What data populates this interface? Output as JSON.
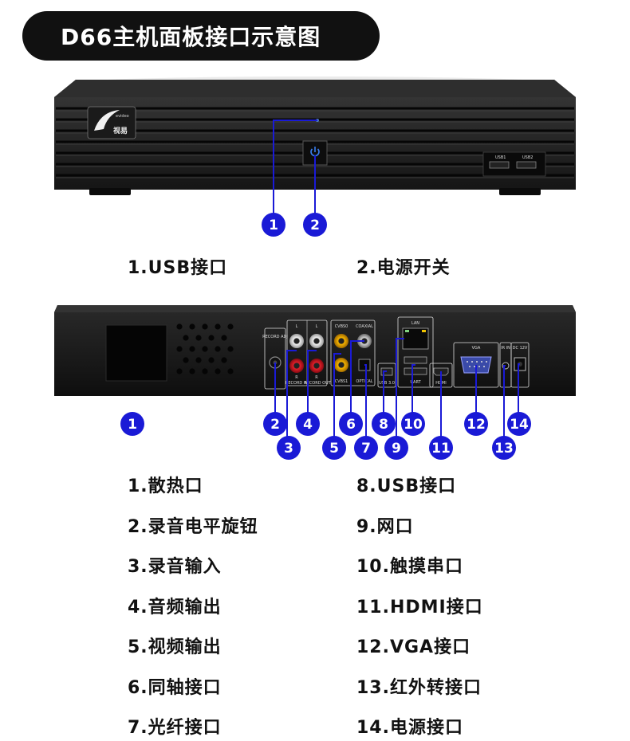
{
  "title": "D66主机面板接口示意图",
  "front_device": {
    "logo_text": "视易",
    "logo_subtext": "evideo",
    "usb_labels": [
      "USB1",
      "USB2"
    ]
  },
  "back_device": {
    "port_labels": {
      "record_adj": "RECORD ADJ",
      "left": "L",
      "right": "R",
      "record_in": "RECORD IN",
      "record_out": "RECORD OUT",
      "cvbs0": "CVBS0",
      "cvbs1": "CVBS1",
      "coaxial": "COAXIAL",
      "optical": "OPTICAL",
      "usb30": "USB 3.0",
      "lan": "LAN",
      "uart": "UART",
      "hdmi": "HDMI",
      "vga": "VGA",
      "ir_in": "IR IN",
      "dc12v": "DC 12V"
    }
  },
  "front_markers": [
    "1",
    "2"
  ],
  "back_markers": [
    "1",
    "2",
    "3",
    "4",
    "5",
    "6",
    "7",
    "8",
    "9",
    "10",
    "11",
    "12",
    "13",
    "14"
  ],
  "front_legend": [
    "1.USB接口",
    "2.电源开关"
  ],
  "back_legend_left": [
    "1.散热口",
    "2.录音电平旋钮",
    "3.录音输入",
    "4.音频输出",
    "5.视频输出",
    "6.同轴接口",
    "7.光纤接口"
  ],
  "back_legend_right": [
    "8.USB接口",
    "9.网口",
    "10.触摸串口",
    "11.HDMI接口",
    "12.VGA接口",
    "13.红外转接口",
    "14.电源接口"
  ],
  "colors": {
    "marker": "#1a1ad6",
    "device": "#1c1c1c",
    "title_bg": "#111111"
  }
}
